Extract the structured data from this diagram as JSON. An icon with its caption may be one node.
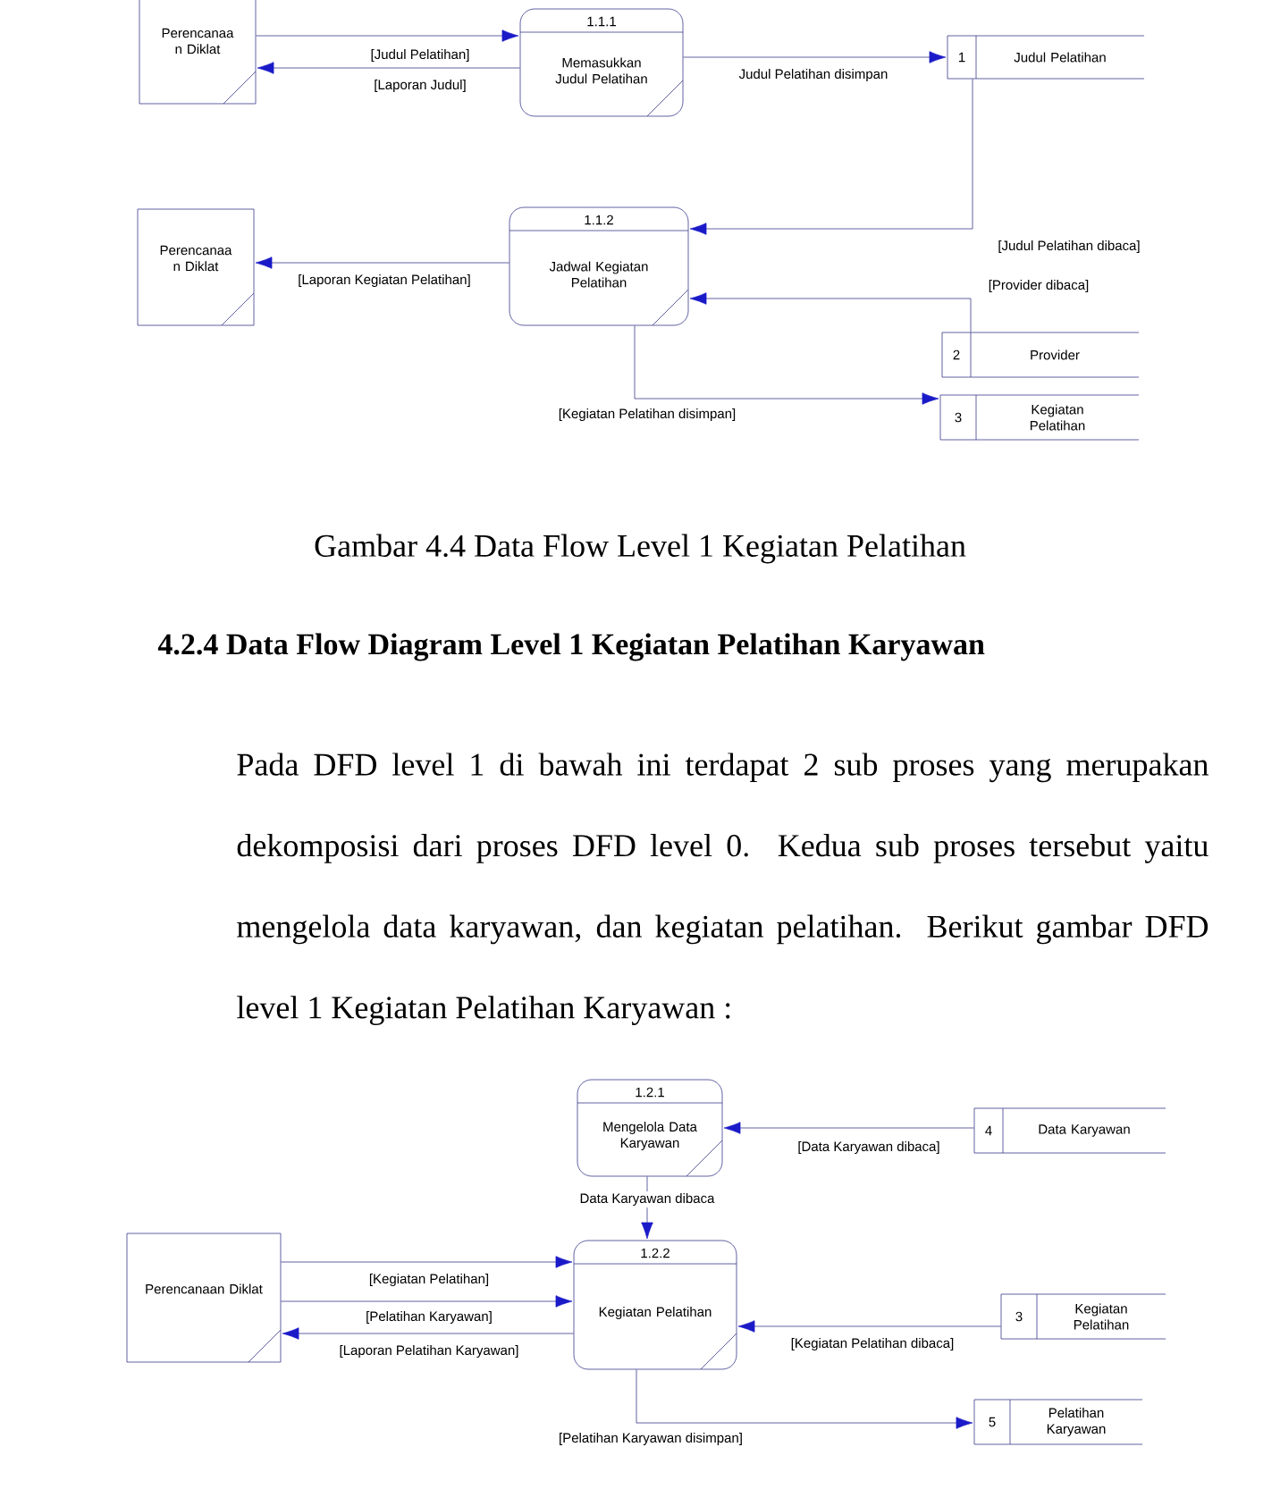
{
  "diagram": {
    "title": "4.2.4 Data Flow Diagram Level 1 Kegiatan Pelatihan Karyawan",
    "caption": "Gambar 4.4 Data Flow Level 1 Kegiatan Pelatihan",
    "nodes": [
      {
        "text": [
          "Perencanaa n Diklat"
        ]
      },
      {
        "text": [
          "1.1.1",
          "Memasukkan Judul Pelatihan"
        ]
      },
      {
        "text": [
          "1",
          "Judul Pelatihan"
        ]
      },
      {
        "text": [
          "Perencanaa n Diklat"
        ]
      },
      {
        "text": [
          "1.1.2",
          "Jadwal Kegiatan Pelatihan"
        ]
      },
      {
        "text": [
          "2",
          "Provider"
        ]
      },
      {
        "text": [
          "3",
          "Kegiatan Pelatihan"
        ]
      },
      {
        "text": [
          "1.2.1",
          "Mengelola Data Karyawan"
        ]
      },
      {
        "text": [
          "4",
          "Data Karyawan"
        ]
      },
      {
        "text": [
          "Perencanaan Diklat"
        ]
      },
      {
        "text": [
          "1.2.2",
          "Kegiatan Pelatihan"
        ]
      },
      {
        "text": [
          "3",
          "Kegiatan Pelatihan"
        ]
      },
      {
        "text": [
          "5",
          "Pelatihan Karyawan"
        ]
      }
    ],
    "edges": [
      {
        "from": 0,
        "to": 1,
        "arrow": "to",
        "label": "[Judul Pelatihan]"
      },
      {
        "from": 1,
        "to": 0,
        "arrow": "to",
        "label": "[Laporan Judul]"
      },
      {
        "from": 1,
        "to": 2,
        "arrow": "to",
        "label": "Judul Pelatihan disimpan"
      },
      {
        "from": 2,
        "to": 4,
        "arrow": "to",
        "label": "[Judul Pelatihan dibaca]"
      },
      {
        "from": 5,
        "to": 4,
        "arrow": "to",
        "label": "[Provider dibaca]"
      },
      {
        "from": 4,
        "to": 3,
        "arrow": "to",
        "label": "[Laporan Kegiatan Pelatihan]"
      },
      {
        "from": 4,
        "to": 6,
        "arrow": "to",
        "label": "[Kegiatan Pelatihan disimpan]"
      },
      {
        "from": 8,
        "to": 7,
        "arrow": "to",
        "label": "[Data Karyawan dibaca]"
      },
      {
        "from": 7,
        "to": 10,
        "arrow": "to",
        "label": "Data Karyawan dibaca"
      },
      {
        "from": 9,
        "to": 10,
        "arrow": "to",
        "label": "[Kegiatan Pelatihan]"
      },
      {
        "from": 9,
        "to": 10,
        "arrow": "to",
        "label": "[Pelatihan Karyawan]"
      },
      {
        "from": 10,
        "to": 9,
        "arrow": "to",
        "label": "[Laporan Pelatihan Karyawan]"
      },
      {
        "from": 11,
        "to": 10,
        "arrow": "to",
        "label": "[Kegiatan Pelatihan dibaca]"
      },
      {
        "from": 10,
        "to": 12,
        "arrow": "to",
        "label": "[Pelatihan Karyawan disimpan]"
      }
    ],
    "labels": [
      "Pada DFD level 1 di bawah ini terdapat 2 sub proses yang merupakan dekomposisi dari proses DFD level 0. Kedua sub proses tersebut yaitu mengelola data karyawan, dan kegiatan pelatihan. Berikut gambar DFD level 1 Kegiatan Pelatihan Karyawan :"
    ]
  }
}
